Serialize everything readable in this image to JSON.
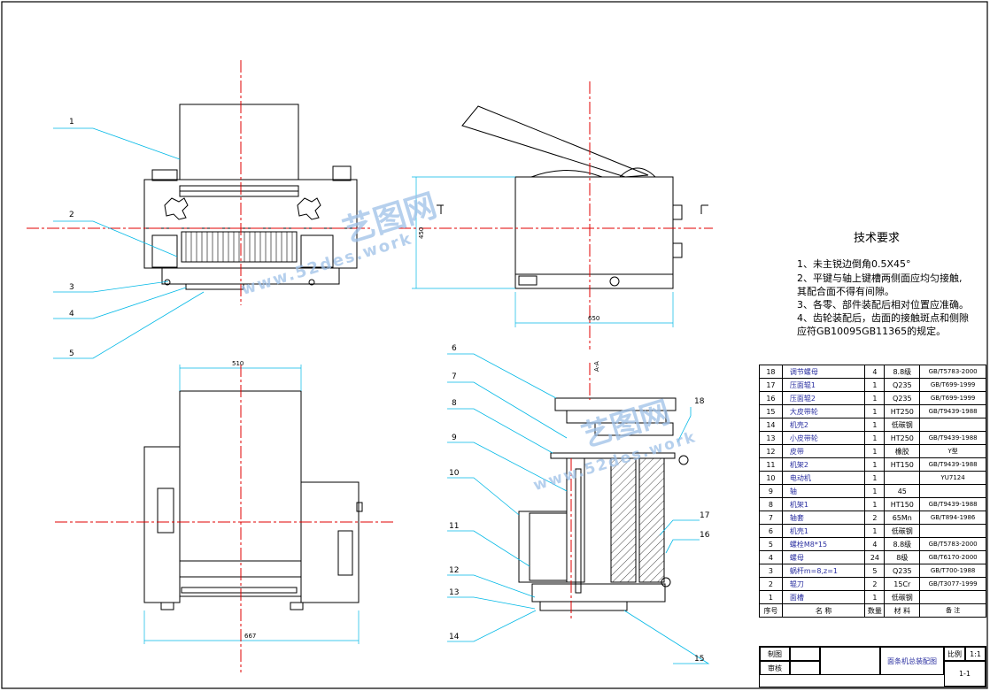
{
  "leaders": [
    "1",
    "2",
    "3",
    "4",
    "5",
    "6",
    "7",
    "8",
    "9",
    "10",
    "11",
    "12",
    "13",
    "14",
    "15",
    "16",
    "17",
    "18"
  ],
  "dims": {
    "front_top": "510",
    "front_bottom": "667",
    "side_bottom": "650",
    "side_height": "450",
    "section": "A-A"
  },
  "tech": {
    "title": "技术要求",
    "lines": [
      "1、未主锐边倒角0.5X45°",
      "2、平键与轴上键槽两侧面应均匀接触,",
      "其配合面不得有间隙。",
      "3、各零、部件装配后相对位置应准确。",
      "4、齿轮装配后，齿面的接触斑点和侧隙",
      "应符GB10095GB11365的规定。"
    ]
  },
  "watermark": {
    "logo": "艺图网",
    "url": "www.52des.work"
  },
  "bom": {
    "rows": [
      {
        "no": "18",
        "name": "调节螺母",
        "qty": "4",
        "mat": "8.8级",
        "std": "GB/T5783-2000"
      },
      {
        "no": "17",
        "name": "压面辊1",
        "qty": "1",
        "mat": "Q235",
        "std": "GB/T699-1999"
      },
      {
        "no": "16",
        "name": "压面辊2",
        "qty": "1",
        "mat": "Q235",
        "std": "GB/T699-1999"
      },
      {
        "no": "15",
        "name": "大皮带轮",
        "qty": "1",
        "mat": "HT250",
        "std": "GB/T9439-1988"
      },
      {
        "no": "14",
        "name": "机壳2",
        "qty": "1",
        "mat": "低碳钢",
        "std": ""
      },
      {
        "no": "13",
        "name": "小皮带轮",
        "qty": "1",
        "mat": "HT250",
        "std": "GB/T9439-1988"
      },
      {
        "no": "12",
        "name": "皮带",
        "qty": "1",
        "mat": "橡胶",
        "std": "Y型"
      },
      {
        "no": "11",
        "name": "机架2",
        "qty": "1",
        "mat": "HT150",
        "std": "GB/T9439-1988"
      },
      {
        "no": "10",
        "name": "电动机",
        "qty": "1",
        "mat": "",
        "std": "YU7124"
      },
      {
        "no": "9",
        "name": "轴",
        "qty": "1",
        "mat": "45",
        "std": ""
      },
      {
        "no": "8",
        "name": "机架1",
        "qty": "1",
        "mat": "HT150",
        "std": "GB/T9439-1988"
      },
      {
        "no": "7",
        "name": "轴套",
        "qty": "2",
        "mat": "65Mn",
        "std": "GB/T894-1986"
      },
      {
        "no": "6",
        "name": "机壳1",
        "qty": "1",
        "mat": "低碳钢",
        "std": ""
      },
      {
        "no": "5",
        "name": "螺栓M8*15",
        "qty": "4",
        "mat": "8.8级",
        "std": "GB/T5783-2000"
      },
      {
        "no": "4",
        "name": "螺母",
        "qty": "24",
        "mat": "8级",
        "std": "GB/T6170-2000"
      },
      {
        "no": "3",
        "name": "蜗杆m=8,z=1",
        "qty": "5",
        "mat": "Q235",
        "std": "GB/T700-1988"
      },
      {
        "no": "2",
        "name": "辊刀",
        "qty": "2",
        "mat": "15Cr",
        "std": "GB/T3077-1999"
      },
      {
        "no": "1",
        "name": "面槽",
        "qty": "1",
        "mat": "低碳钢",
        "std": ""
      }
    ],
    "header": {
      "no": "序号",
      "name": "名 称",
      "qty": "数量",
      "mat": "材 料",
      "std": "备 注"
    }
  },
  "title_block": {
    "drawn": "制图",
    "checked": "审核",
    "drawing_name": "面条机总装配图",
    "scale_label": "比例",
    "scale": "1:1",
    "sheet": "1-1"
  },
  "colors": {
    "outline": "#000000",
    "center_line": "#e00000",
    "leader": "#00b8e6",
    "text_blue": "#2a2fa0",
    "watermark": "#9ec1e8"
  }
}
